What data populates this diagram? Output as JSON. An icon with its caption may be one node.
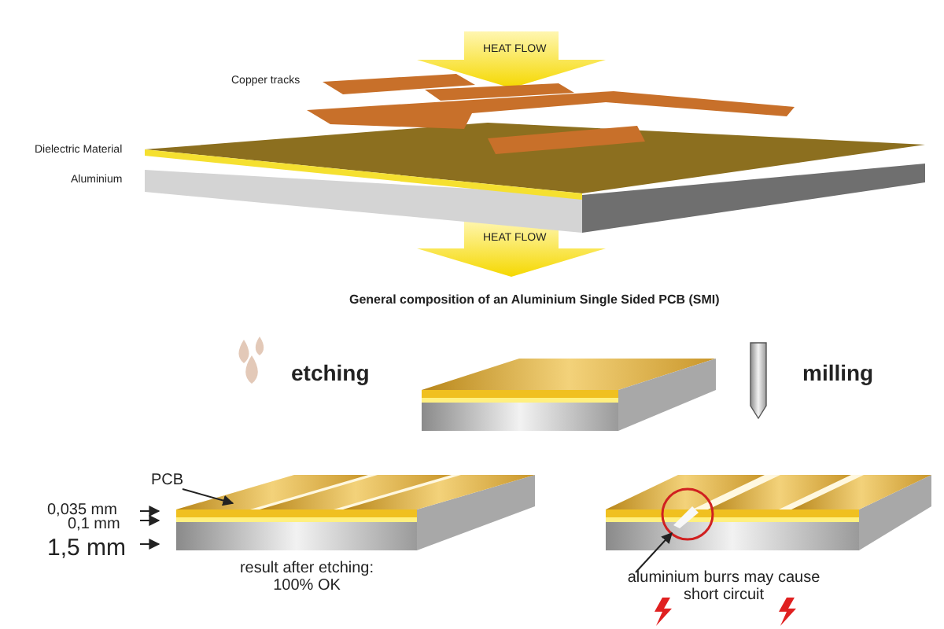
{
  "diagram": {
    "caption": "General composition of an Aluminium Single Sided PCB (SMI)",
    "nodes": [
      {
        "text": [
          "PCB"
        ]
      },
      {
        "text": [],
        "shape": "picture"
      },
      {
        "text": [
          "aluminium burrs may cause short circuit"
        ]
      },
      {
        "text": [],
        "shape": "circle"
      }
    ],
    "edges": [
      {
        "from": 0,
        "to": 1,
        "arrow": "to"
      },
      {
        "from": 2,
        "to": 3,
        "arrow": "to"
      }
    ],
    "labels": [
      "HEAT FLOW",
      "Copper tracks",
      "Dielectric Material",
      "Aluminium",
      "HEAT FLOW",
      "etching",
      "milling",
      "0,035 mm",
      "0,1 mm",
      "1,5 mm",
      "result after etching: 100% OK"
    ]
  }
}
